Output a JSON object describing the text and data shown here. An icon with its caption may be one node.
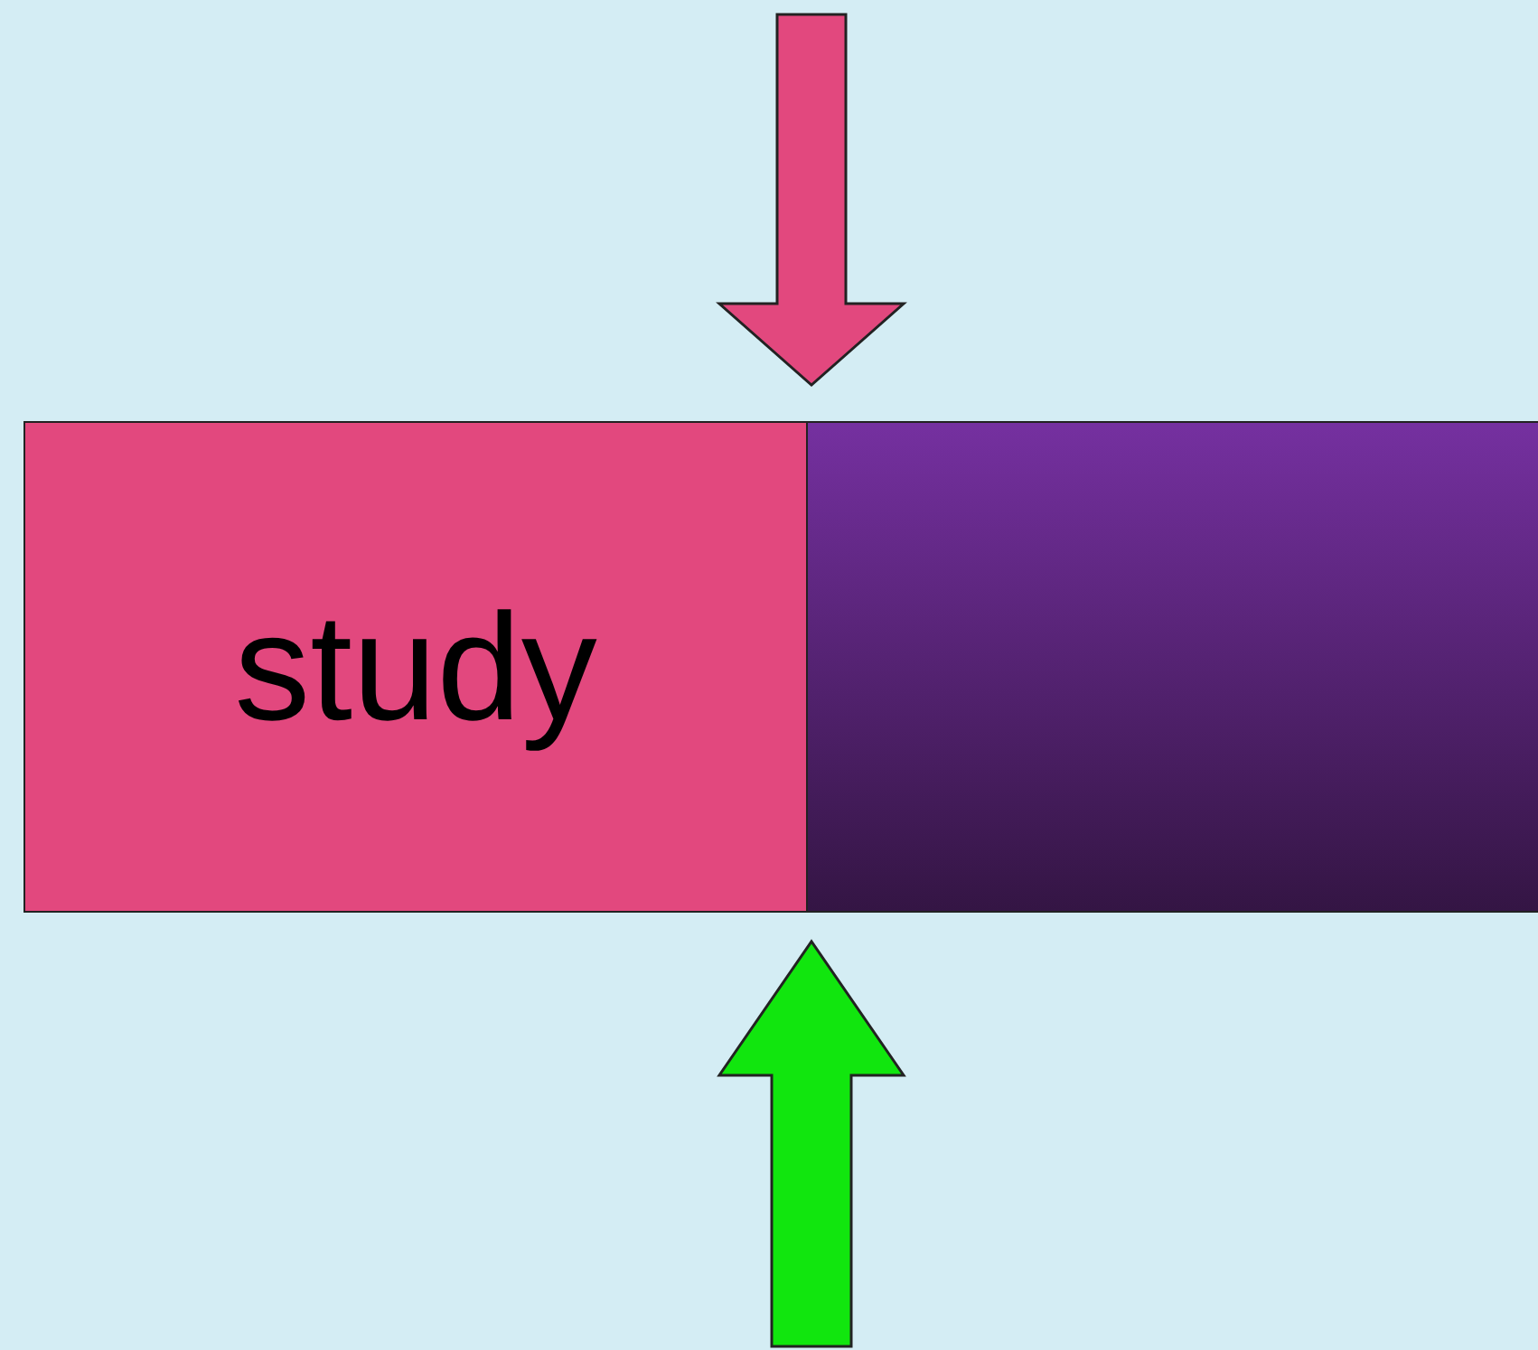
{
  "diagram": {
    "nodes": [
      {
        "text": [
          "study"
        ]
      },
      {
        "text": [],
        "shape": "box"
      }
    ],
    "edges": [
      {
        "from": null,
        "to": 0,
        "arrow": "to",
        "color": "#e2487e"
      },
      {
        "from": null,
        "to": 1,
        "arrow": "to",
        "color": "#11e60e"
      }
    ]
  }
}
